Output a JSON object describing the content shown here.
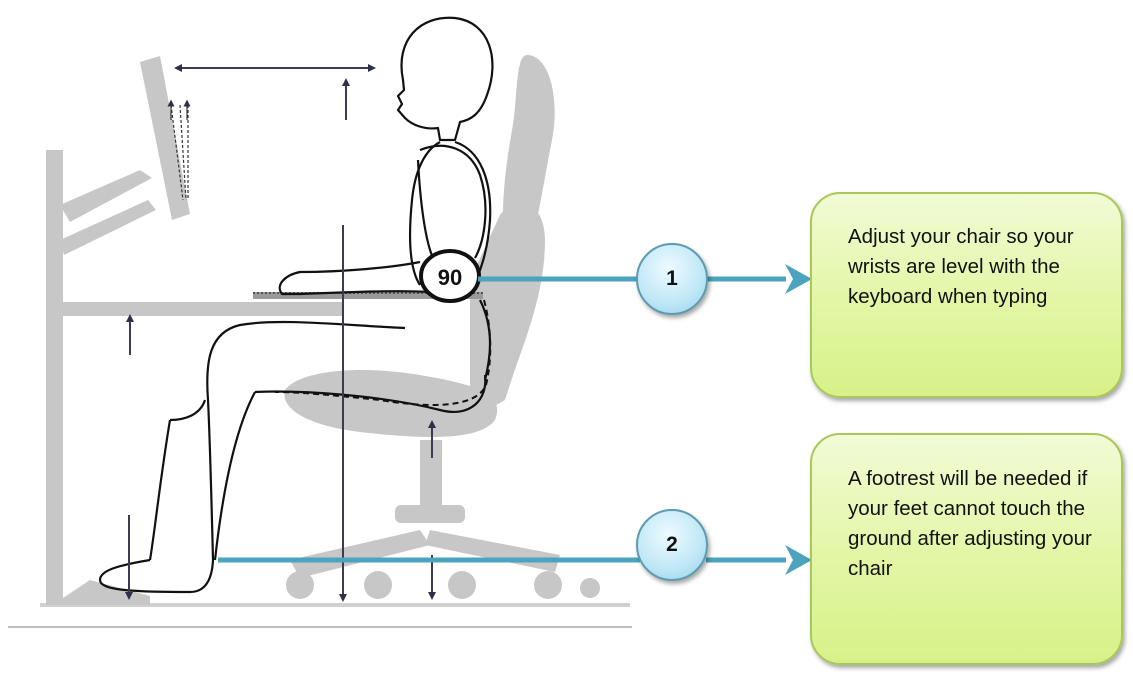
{
  "angle_label": "90",
  "steps": [
    {
      "number": "1",
      "text": "Adjust your chair so your wrists are level with the keyboard when typing"
    },
    {
      "number": "2",
      "text": "A footrest will be needed if your feet cannot touch the ground after adjusting your chair"
    }
  ],
  "colors": {
    "connector": "#4ba3bd",
    "callout_border": "#a8c85a",
    "callout_fill": "#e2f6a4",
    "badge_fill": "#bfe7f6",
    "furniture_gray": "#c7c7c7",
    "outline": "#111111"
  }
}
